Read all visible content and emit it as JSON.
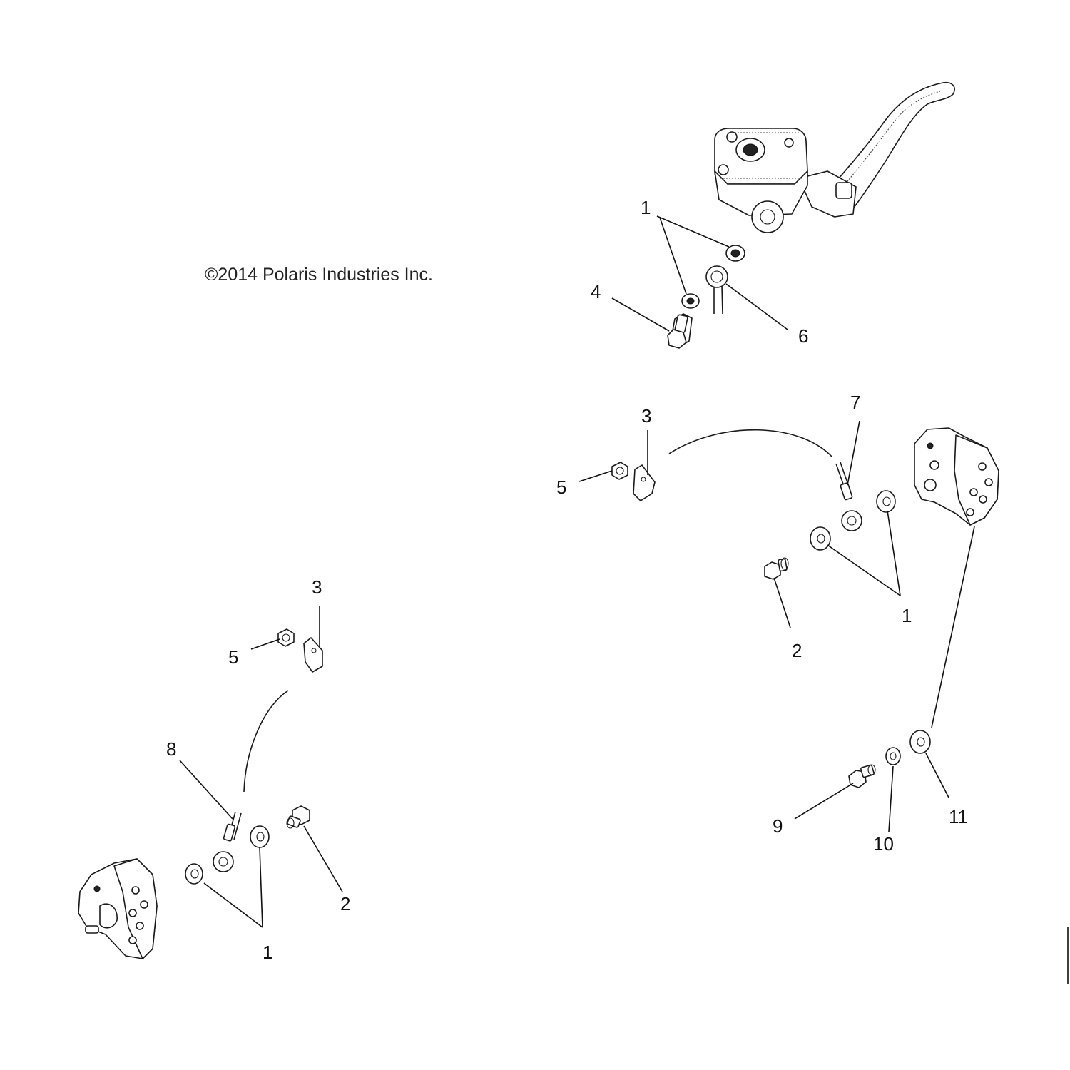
{
  "copyright": "©2014 Polaris Industries Inc.",
  "callouts": {
    "top_1": "1",
    "top_4": "4",
    "top_6": "6",
    "mid_3": "3",
    "mid_5": "5",
    "mid_7": "7",
    "mid_1": "1",
    "mid_2": "2",
    "low_3": "3",
    "low_5": "5",
    "low_8": "8",
    "low_2": "2",
    "low_1": "1",
    "right_9": "9",
    "right_10": "10",
    "right_11": "11"
  }
}
